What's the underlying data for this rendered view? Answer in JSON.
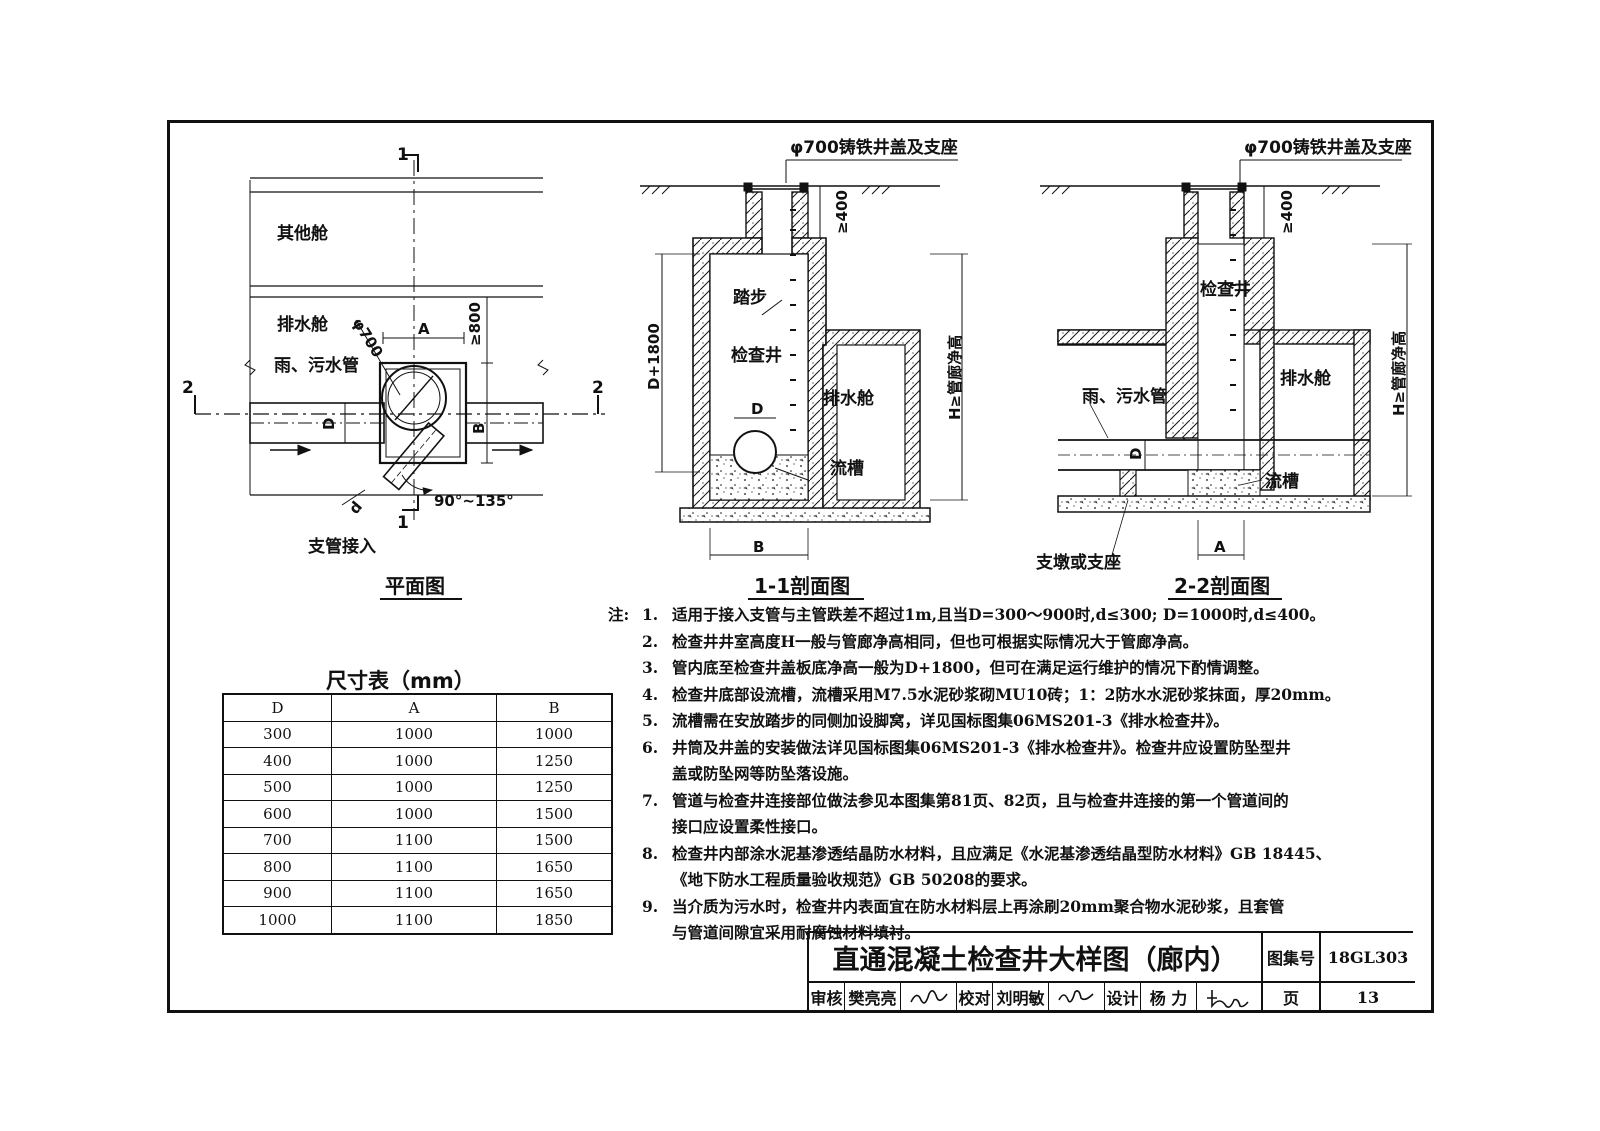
{
  "plan": {
    "title": "平面图",
    "section_mark_top": "1",
    "section_mark_bottom": "1",
    "section_mark_left": "2",
    "section_mark_right": "2",
    "label_other_cabin": "其他舱",
    "label_drain_cabin": "排水舱",
    "label_pipe": "雨、污水管",
    "label_phi": "φ700",
    "label_A": "A",
    "label_B": "B",
    "label_D": "D",
    "label_d": "d",
    "label_ge800": "≥800",
    "label_angle": "90°~135°",
    "label_branch": "支管接入"
  },
  "section11": {
    "title": "1-1剖面图",
    "cover_label": "φ700铸铁井盖及支座",
    "ge400": "≥400",
    "step_label": "踏步",
    "well_label": "检查井",
    "height_label": "D+1800",
    "D_label": "D",
    "drain_cabin": "排水舱",
    "channel": "流槽",
    "H_label": "H≥管廊净高",
    "B_label": "B"
  },
  "section22": {
    "title": "2-2剖面图",
    "cover_label": "φ700铸铁井盖及支座",
    "ge400": "≥400",
    "well_label": "检查井",
    "pipe_label": "雨、污水管",
    "drain_cabin": "排水舱",
    "D_label": "D",
    "channel": "流槽",
    "H_label": "H≥管廊净高",
    "A_label": "A",
    "pier_label": "支墩或支座"
  },
  "dimension_table": {
    "title": "尺寸表（mm）",
    "headers": [
      "D",
      "A",
      "B"
    ],
    "rows": [
      [
        "300",
        "1000",
        "1000"
      ],
      [
        "400",
        "1000",
        "1250"
      ],
      [
        "500",
        "1000",
        "1250"
      ],
      [
        "600",
        "1000",
        "1500"
      ],
      [
        "700",
        "1100",
        "1500"
      ],
      [
        "800",
        "1100",
        "1650"
      ],
      [
        "900",
        "1100",
        "1650"
      ],
      [
        "1000",
        "1100",
        "1850"
      ]
    ]
  },
  "notes": {
    "prefix": "注:",
    "items": [
      {
        "num": "1.",
        "text": "适用于接入支管与主管跌差不超过1m,且当D=300～900时,d≤300; D=1000时,d≤400。"
      },
      {
        "num": "2.",
        "text": "检查井井室高度H一般与管廊净高相同，但也可根据实际情况大于管廊净高。"
      },
      {
        "num": "3.",
        "text": "管内底至检查井盖板底净高一般为D+1800，但可在满足运行维护的情况下酌情调整。"
      },
      {
        "num": "4.",
        "text": "检查井底部设流槽，流槽采用M7.5水泥砂浆砌MU10砖；1：2防水水泥砂浆抹面，厚20mm。"
      },
      {
        "num": "5.",
        "text": "流槽需在安放踏步的同侧加设脚窝，详见国标图集06MS201-3《排水检查井》。"
      },
      {
        "num": "6.",
        "text": "井筒及井盖的安装做法详见国标图集06MS201-3《排水检查井》。检查井应设置防坠型井\n盖或防坠网等防坠落设施。"
      },
      {
        "num": "7.",
        "text": "管道与检查井连接部位做法参见本图集第81页、82页，且与检查井连接的第一个管道间的\n接口应设置柔性接口。"
      },
      {
        "num": "8.",
        "text": "检查井内部涂水泥基渗透结晶防水材料，且应满足《水泥基渗透结晶型防水材料》GB 18445、\n《地下防水工程质量验收规范》GB 50208的要求。"
      },
      {
        "num": "9.",
        "text": "当介质为污水时，检查井内表面宜在防水材料层上再涂刷20mm聚合物水泥砂浆，且套管\n与管道间隙宜采用耐腐蚀材料填衬。"
      }
    ]
  },
  "title_block": {
    "title": "直通混凝土检查井大样图（廊内）",
    "atlas_label": "图集号",
    "atlas_no": "18GL303",
    "review_label": "审核",
    "reviewer": "樊亮亮",
    "check_label": "校对",
    "checker": "刘明敏",
    "design_label": "设计",
    "designer": "杨 力",
    "page_label": "页",
    "page_no": "13"
  }
}
